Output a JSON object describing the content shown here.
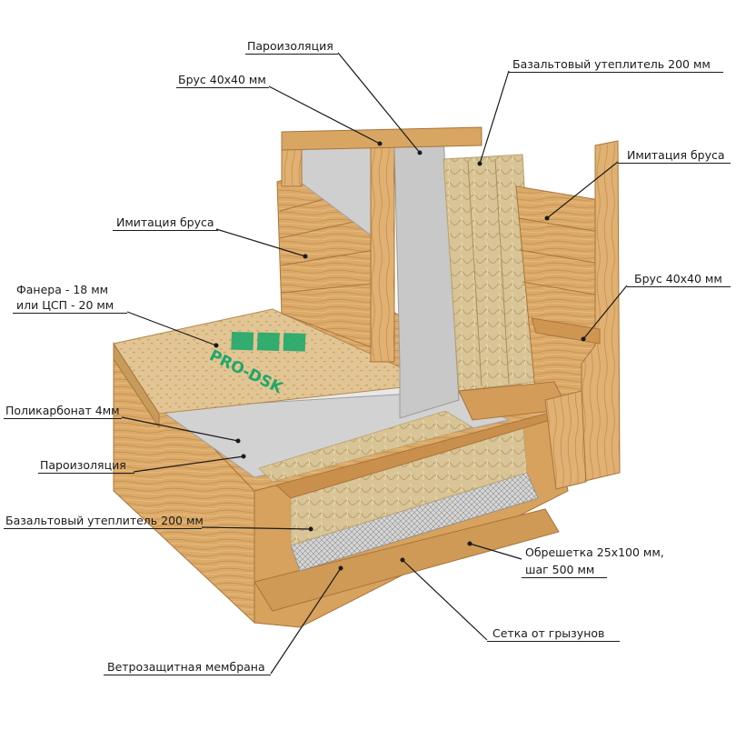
{
  "labels": {
    "vapor_top": "Пароизоляция",
    "beam_top": "Брус 40х40 мм",
    "basalt_top": "Базальтовый утеплитель 200 мм",
    "imitation_right": "Имитация бруса",
    "imitation_left": "Имитация бруса",
    "beam_right": "Брус 40х40 мм",
    "plywood_line1": "Фанера - 18 мм",
    "plywood_line2": "или ЦСП - 20 мм",
    "polycarbonate": "Поликарбонат 4мм",
    "vapor_mid": "Пароизоляция",
    "basalt_bottom": "Базальтовый утеплитель 200 мм",
    "lathing_line1": "Обрешетка 25х100 мм,",
    "lathing_line2": "шаг 500 мм",
    "rodent_mesh": "Сетка от грызунов",
    "wind_membrane": "Ветрозащитная мембрана"
  },
  "logo": {
    "text": "PRO-DSK",
    "color": "#1fa86a"
  },
  "colors": {
    "wood_light": "#e7b777",
    "wood_mid": "#d29a58",
    "wood_dark": "#b57a3c",
    "insulation": "#d9c79a",
    "membrane": "#c9c9c9",
    "plywood": "#e3c08e"
  }
}
